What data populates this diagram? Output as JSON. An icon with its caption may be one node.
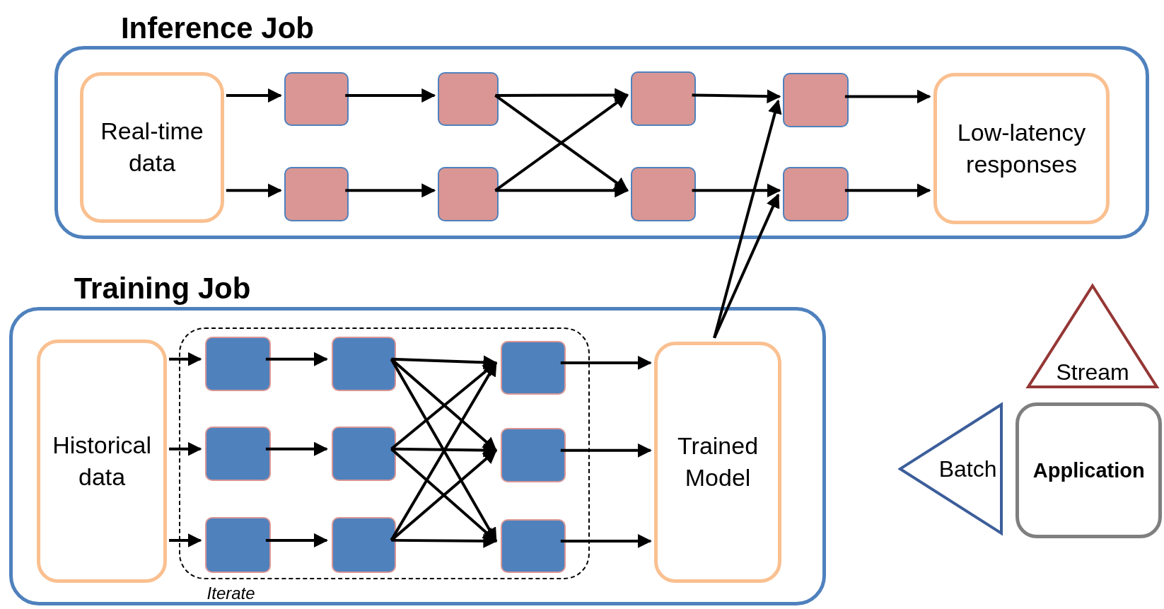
{
  "diagram": {
    "nodes": [
      {
        "text": [
          "Inference Job"
        ]
      },
      {
        "text": [
          "Real-time data"
        ],
        "in": 0
      },
      {
        "text": [],
        "shape": "box",
        "in": 0
      },
      {
        "text": [],
        "shape": "box",
        "in": 0
      },
      {
        "text": [],
        "shape": "box",
        "in": 0
      },
      {
        "text": [],
        "shape": "box",
        "in": 0
      },
      {
        "text": [],
        "shape": "box",
        "in": 0
      },
      {
        "text": [],
        "shape": "box",
        "in": 0
      },
      {
        "text": [],
        "shape": "box",
        "in": 0
      },
      {
        "text": [],
        "shape": "box",
        "in": 0
      },
      {
        "text": [
          "Low-latency responses"
        ],
        "in": 0
      },
      {
        "text": [
          "Training Job"
        ]
      },
      {
        "text": [
          "Historical data"
        ],
        "in": 11
      },
      {
        "text": [],
        "shape": "box",
        "beside": [
          "Iterate"
        ],
        "in": 11
      },
      {
        "text": [],
        "shape": "box",
        "in": 13
      },
      {
        "text": [],
        "shape": "box",
        "in": 13
      },
      {
        "text": [],
        "shape": "box",
        "in": 13
      },
      {
        "text": [],
        "shape": "box",
        "in": 13
      },
      {
        "text": [],
        "shape": "box",
        "in": 13
      },
      {
        "text": [],
        "shape": "box",
        "in": 13
      },
      {
        "text": [],
        "shape": "box",
        "in": 13
      },
      {
        "text": [],
        "shape": "box",
        "in": 13
      },
      {
        "text": [],
        "shape": "box",
        "in": 13
      },
      {
        "text": [
          "Trained Model"
        ],
        "in": 11
      },
      {
        "text": [
          "Stream"
        ]
      },
      {
        "text": [
          "Batch"
        ]
      },
      {
        "text": [
          "Application"
        ]
      }
    ],
    "edges": [
      {
        "from": 1,
        "to": 2,
        "arrow": "to"
      },
      {
        "from": 1,
        "to": 3,
        "arrow": "to"
      },
      {
        "from": 2,
        "to": 4,
        "arrow": "to"
      },
      {
        "from": 3,
        "to": 5,
        "arrow": "to"
      },
      {
        "from": 4,
        "to": 6,
        "arrow": "to"
      },
      {
        "from": 4,
        "to": 7,
        "arrow": "to"
      },
      {
        "from": 5,
        "to": 6,
        "arrow": "to"
      },
      {
        "from": 5,
        "to": 7,
        "arrow": "to"
      },
      {
        "from": 6,
        "to": 8,
        "arrow": "to"
      },
      {
        "from": 7,
        "to": 9,
        "arrow": "to"
      },
      {
        "from": 8,
        "to": 10,
        "arrow": "to"
      },
      {
        "from": 9,
        "to": 10,
        "arrow": "to"
      },
      {
        "from": 23,
        "to": 8,
        "arrow": "to"
      },
      {
        "from": 23,
        "to": 9,
        "arrow": "to"
      },
      {
        "from": 12,
        "to": 14,
        "arrow": "to"
      },
      {
        "from": 12,
        "to": 15,
        "arrow": "to"
      },
      {
        "from": 12,
        "to": 16,
        "arrow": "to"
      },
      {
        "from": 14,
        "to": 17,
        "arrow": "to"
      },
      {
        "from": 15,
        "to": 18,
        "arrow": "to"
      },
      {
        "from": 16,
        "to": 19,
        "arrow": "to"
      },
      {
        "from": 17,
        "to": 20,
        "arrow": "to"
      },
      {
        "from": 17,
        "to": 21,
        "arrow": "to"
      },
      {
        "from": 17,
        "to": 22,
        "arrow": "to"
      },
      {
        "from": 18,
        "to": 20,
        "arrow": "to"
      },
      {
        "from": 18,
        "to": 21,
        "arrow": "to"
      },
      {
        "from": 18,
        "to": 22,
        "arrow": "to"
      },
      {
        "from": 19,
        "to": 20,
        "arrow": "to"
      },
      {
        "from": 19,
        "to": 21,
        "arrow": "to"
      },
      {
        "from": 19,
        "to": 22,
        "arrow": "to"
      },
      {
        "from": 20,
        "to": 23,
        "arrow": "to"
      },
      {
        "from": 21,
        "to": 23,
        "arrow": "to"
      },
      {
        "from": 22,
        "to": 23,
        "arrow": "to"
      }
    ]
  }
}
